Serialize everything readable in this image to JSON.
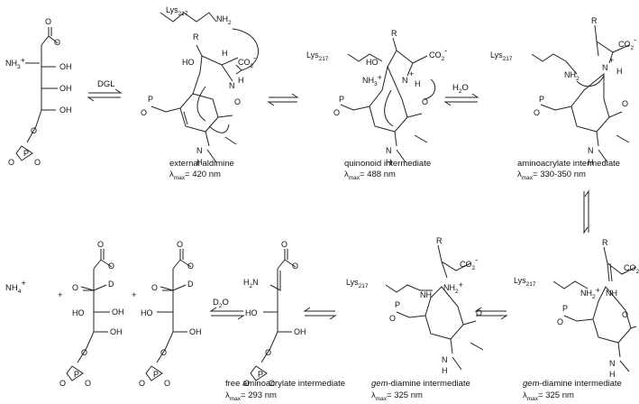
{
  "scheme": {
    "enzyme": "DGL",
    "water": "H",
    "water_sub": "2",
    "water_tail": "O",
    "d2o_main": "D",
    "d2o_sub": "2",
    "d2o_tail": "O",
    "ammonium": "NH",
    "ammonium_sub": "4",
    "ammonium_sup": "+",
    "plus": "+"
  },
  "atoms": {
    "lys": "Lys",
    "lys_sub": "217",
    "nh2": "NH",
    "nh2_sub": "2",
    "nh3": "NH",
    "nh3_sub": "3",
    "plus": "+",
    "n": "N",
    "h": "H",
    "nh": "NH",
    "o": "O",
    "p": "P",
    "r": "R",
    "oh": "OH",
    "ho": "HO",
    "co2": "CO",
    "co2_sub": "2",
    "co2_sup": "-",
    "d": "D",
    "h2n": "H",
    "h2n_sub": "2",
    "h2n_tail": "N"
  },
  "intermediates": [
    {
      "name": "external aldimine",
      "lambda": "= 420 nm"
    },
    {
      "name": "quinonoid intermediate",
      "lambda": "= 488 nm"
    },
    {
      "name": "aminoacrylate intermediate",
      "lambda": "= 330-350 nm"
    },
    {
      "name": "free aminoacrylate intermediate",
      "lambda": "= 293 nm"
    },
    {
      "name_italic": "gem",
      "name": "-diamine intermediate",
      "lambda": "= 325 nm"
    },
    {
      "name_italic": "gem",
      "name": "-diamine intermediate",
      "lambda": "= 325 nm"
    }
  ],
  "lambda": {
    "symbol": "λ",
    "sub": "max"
  }
}
